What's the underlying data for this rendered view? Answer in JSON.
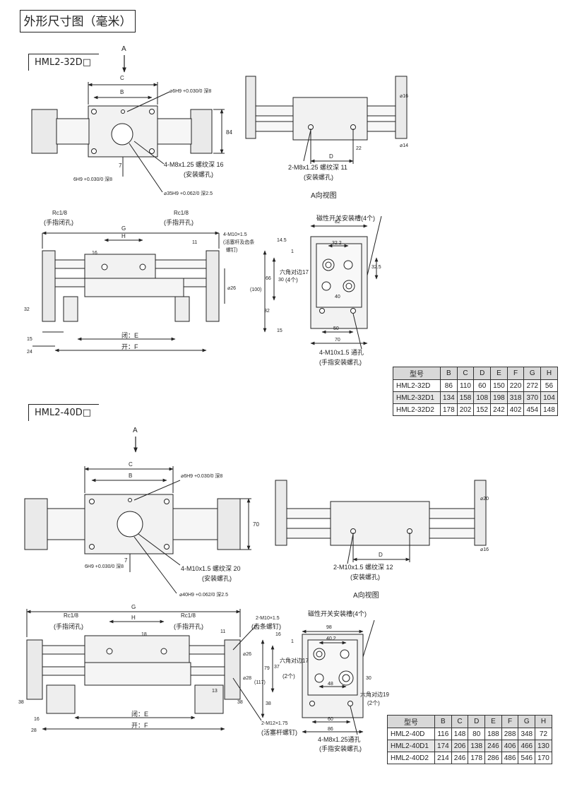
{
  "page_title": "外形尺寸图（毫米）",
  "section1": {
    "model_tag": "HML2-32D□",
    "arrow": "A",
    "front": {
      "c": "C",
      "b": "B",
      "hole_top": "⌀6H9 +0.030/0 深8",
      "dim_84": "84",
      "dim_7": "7",
      "hole_bottom": "6H9 +0.030/0 深8",
      "thread": "4-M8x1.25 螺纹深 16",
      "thread_note": "(安装螺孔)",
      "bore": "⌀35H9 +0.062/0 深2.5"
    },
    "side": {
      "d16": "⌀16",
      "d14": "⌀14",
      "dim_22": "22",
      "d": "D",
      "thread": "2-M8x1.25 螺纹深 11",
      "thread_note": "(安装螺孔)",
      "view_label": "A向视图"
    },
    "plan": {
      "rc_left": "Rc1/8",
      "rc_left_note": "(手指闭孔)",
      "rc_right": "Rc1/8",
      "rc_right_note": "(手指开孔)",
      "g": "G",
      "h": "H",
      "dim_16": "16",
      "dim_11": "11",
      "m10": "4-M10×1.5",
      "m10_note1": "(活塞杆及齿条",
      "m10_note2": "螺钉)",
      "d26": "⌀26",
      "dim_32": "32",
      "dim_15": "15",
      "dim_24": "24",
      "close": "闭：E",
      "open": "开：F"
    },
    "end": {
      "slot": "磁性开关安装槽(4个)",
      "dim_82": "82",
      "dim_32_2": "32.2",
      "dim_14_5": "14.5",
      "dim_1": "1",
      "hex": "六角对边17",
      "hex_count": "(4个)",
      "dim_32_5": "32.5",
      "dim_30": "30",
      "dim_66": "66",
      "dim_100": "(100)",
      "dim_32": "32",
      "dim_40": "40",
      "dim_15": "15",
      "dim_50": "50",
      "dim_70": "70",
      "thread": "4-M10x1.5 通孔",
      "thread_note": "(手指安装螺孔)"
    },
    "table": {
      "headers": [
        "型号",
        "B",
        "C",
        "D",
        "E",
        "F",
        "G",
        "H"
      ],
      "rows": [
        [
          "HML2-32D",
          "86",
          "110",
          "60",
          "150",
          "220",
          "272",
          "56"
        ],
        [
          "HML2-32D1",
          "134",
          "158",
          "108",
          "198",
          "318",
          "370",
          "104"
        ],
        [
          "HML2-32D2",
          "178",
          "202",
          "152",
          "242",
          "402",
          "454",
          "148"
        ]
      ]
    }
  },
  "section2": {
    "model_tag": "HML2-40D□",
    "arrow": "A",
    "front": {
      "c": "C",
      "b": "B",
      "hole_top": "⌀6H9 +0.030/0 深8",
      "dim_70": "70",
      "dim_7": "7",
      "hole_bottom": "6H9 +0.030/0 深8",
      "thread": "4-M10x1.5 螺纹深 20",
      "thread_note": "(安装螺孔)",
      "bore": "⌀40H9 +0.062/0 深2.5"
    },
    "side": {
      "d20": "⌀20",
      "d16": "⌀16",
      "d": "D",
      "thread": "2-M10x1.5 螺纹深 12",
      "thread_note": "(安装螺孔)",
      "view_label": "A向视图"
    },
    "plan": {
      "rc_left": "Rc1/8",
      "rc_left_note": "(手指闭孔)",
      "rc_right": "Rc1/8",
      "rc_right_note": "(手指开孔)",
      "g": "G",
      "h": "H",
      "dim_18": "18",
      "dim_11": "11",
      "m10": "2-M10×1.5",
      "m10_note": "(齿条螺钉)",
      "d26": "⌀26",
      "d28": "⌀28",
      "dim_13": "13",
      "m12": "2-M12×1.75",
      "m12_note": "(活塞杆螺钉)",
      "dim_38": "38",
      "dim_38b": "38",
      "dim_16": "16",
      "dim_28": "28",
      "close": "闭：E",
      "open": "开：F"
    },
    "end": {
      "slot": "磁性开关安装槽(4个)",
      "dim_98": "98",
      "dim_40_2": "40.2",
      "dim_16": "16",
      "dim_1": "1",
      "hex17": "六角对边17",
      "hex17_count": "(2个)",
      "dim_37": "37",
      "dim_79": "79",
      "dim_117": "(117)",
      "dim_30": "30",
      "dim_48": "48",
      "hex19": "六角对边19",
      "hex19_count": "(2个)",
      "dim_38": "38",
      "dim_60": "60",
      "dim_86": "86",
      "thread": "4-M8x1.25通孔",
      "thread_note": "(手指安装螺孔)"
    },
    "table": {
      "headers": [
        "型号",
        "B",
        "C",
        "D",
        "E",
        "F",
        "G",
        "H"
      ],
      "rows": [
        [
          "HML2-40D",
          "116",
          "148",
          "80",
          "188",
          "288",
          "348",
          "72"
        ],
        [
          "HML2-40D1",
          "174",
          "206",
          "138",
          "246",
          "406",
          "466",
          "130"
        ],
        [
          "HML2-40D2",
          "214",
          "246",
          "178",
          "286",
          "486",
          "546",
          "170"
        ]
      ]
    }
  }
}
